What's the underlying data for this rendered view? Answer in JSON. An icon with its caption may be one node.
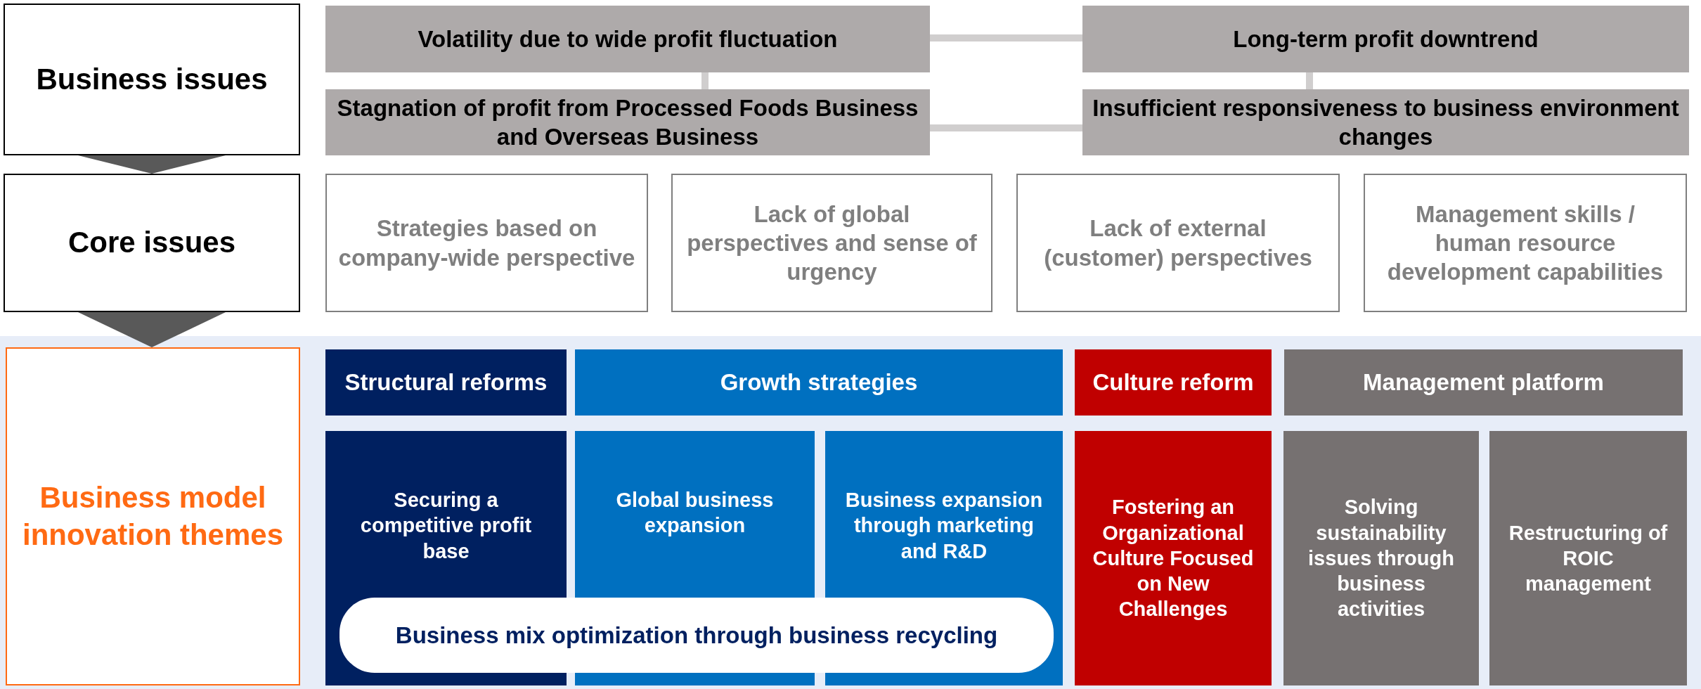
{
  "diagram": {
    "nodes": [
      {
        "text": [
          "Business issues"
        ]
      },
      {
        "text": [
          "Volatility due to wide profit fluctuation"
        ]
      },
      {
        "text": [
          "Long-term profit downtrend"
        ]
      },
      {
        "text": [
          "Stagnation of profit from Processed Foods Business and Overseas Business"
        ]
      },
      {
        "text": [
          "Insufficient responsiveness to business environment changes"
        ]
      },
      {
        "text": [
          "Core issues"
        ]
      },
      {
        "text": [
          "Strategies based on company-wide perspective"
        ]
      },
      {
        "text": [
          "Lack of global perspectives and sense of urgency"
        ]
      },
      {
        "text": [
          "Lack of external (customer) perspectives"
        ]
      },
      {
        "text": [
          "Management skills / human resource development capabilities"
        ]
      },
      {
        "text": [
          "Business model innovation themes"
        ]
      },
      {
        "text": [
          "Structural reforms"
        ]
      },
      {
        "text": [
          "Growth strategies"
        ]
      },
      {
        "text": [
          "Culture reform"
        ]
      },
      {
        "text": [
          "Management platform"
        ]
      },
      {
        "text": [
          "Securing a competitive profit base"
        ]
      },
      {
        "text": [
          "Global business expansion"
        ]
      },
      {
        "text": [
          "Business expansion through marketing and R&D"
        ]
      },
      {
        "text": [
          "Fostering an Organizational Culture Focused on New Challenges"
        ]
      },
      {
        "text": [
          "Solving sustainability issues through business activities"
        ]
      },
      {
        "text": [
          "Restructuring of ROIC management"
        ]
      },
      {
        "text": [
          "Business mix optimization through business recycling"
        ]
      }
    ],
    "edges": [
      {
        "from": 1,
        "to": 2,
        "arrow": "none"
      },
      {
        "from": 1,
        "to": 3,
        "arrow": "none"
      },
      {
        "from": 2,
        "to": 4,
        "arrow": "none"
      },
      {
        "from": 3,
        "to": 4,
        "arrow": "none"
      },
      {
        "from": 0,
        "to": 5,
        "arrow": "to",
        "style": "thick",
        "color": "#595959"
      },
      {
        "from": 5,
        "to": 10,
        "arrow": "to",
        "style": "thick",
        "color": "#595959"
      }
    ]
  }
}
